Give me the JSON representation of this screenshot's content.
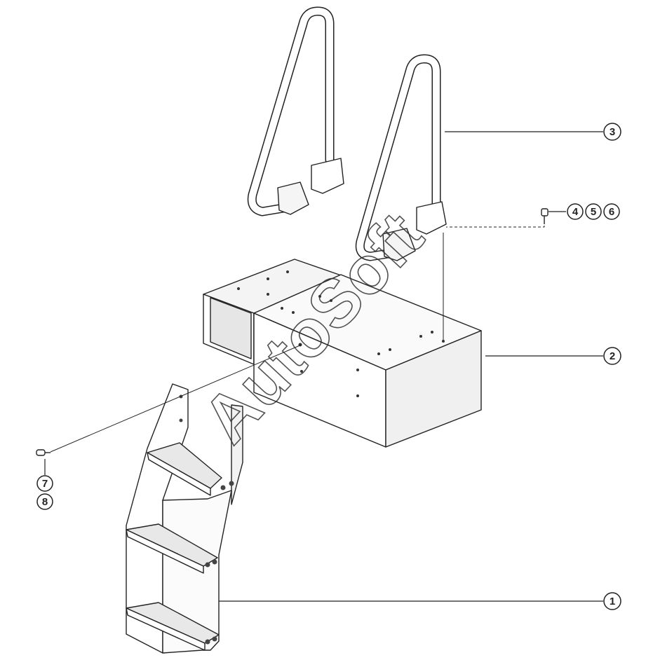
{
  "watermark": "AutoSoft",
  "callouts": [
    {
      "id": "c1",
      "label": "1"
    },
    {
      "id": "c2",
      "label": "2"
    },
    {
      "id": "c3",
      "label": "3"
    },
    {
      "id": "c4",
      "label": "4"
    },
    {
      "id": "c5",
      "label": "5"
    },
    {
      "id": "c6",
      "label": "6"
    },
    {
      "id": "c7",
      "label": "7"
    },
    {
      "id": "c8",
      "label": "8"
    }
  ],
  "colors": {
    "line": "#222222",
    "part_fill": "#ffffff",
    "shade": "#dcdcdc",
    "watermark_stroke": "#333333"
  }
}
